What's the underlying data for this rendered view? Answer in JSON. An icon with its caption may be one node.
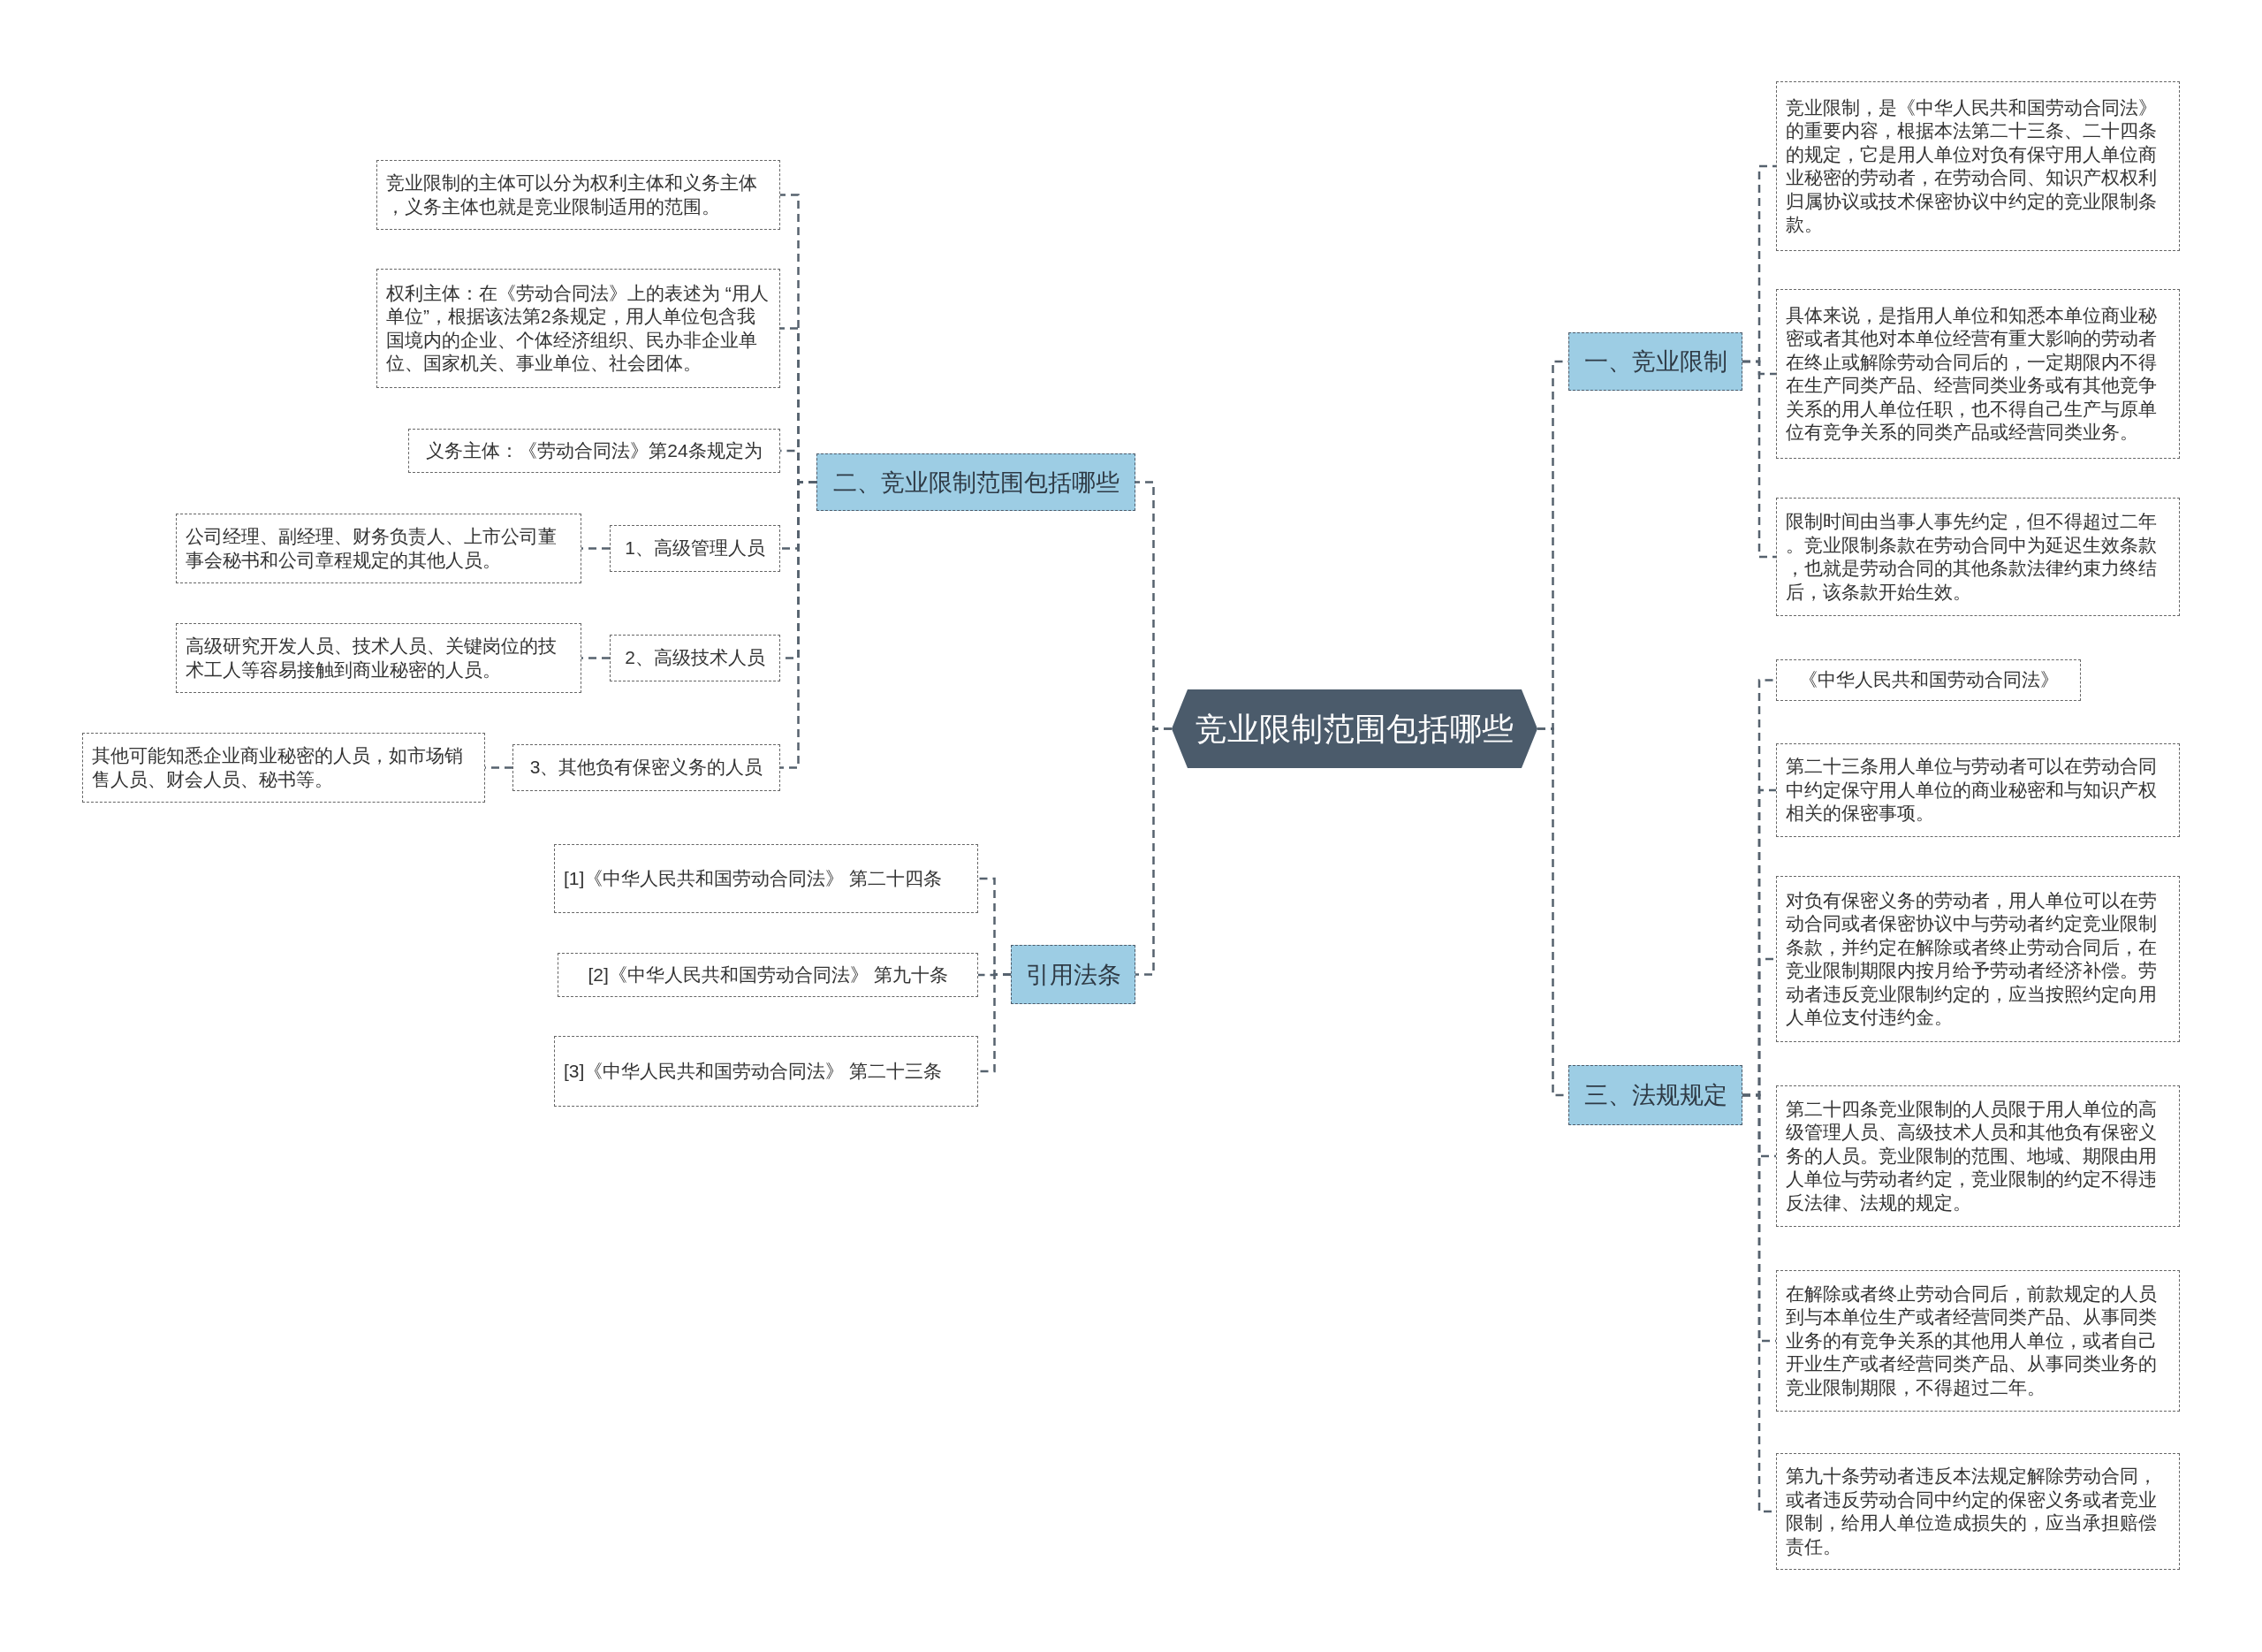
{
  "diagram": {
    "nodes": [
      {
        "text": [
          "竞业限制范围包括哪些"
        ]
      },
      {
        "text": [
          "二、竞业限制范围包括哪些"
        ]
      },
      {
        "text": [
          "竞业限制的主体可以分为权利主体和义务主体，义务主体也就是竞业限制适用的范围。"
        ]
      },
      {
        "text": [
          "权利主体：在《劳动合同法》上的表述为 “用人单位”，根据该法第2条规定，用人单位包含我国境内的企业、个体经济组织、民办非企业单位、国家机关、事业单位、社会团体。"
        ]
      },
      {
        "text": [
          "义务主体：《劳动合同法》第24条规定为"
        ]
      },
      {
        "text": [
          "1、高级管理人员"
        ]
      },
      {
        "text": [
          "公司经理、副经理、财务负责人、上市公司董事会秘书和公司章程规定的其他人员。"
        ]
      },
      {
        "text": [
          "2、高级技术人员"
        ]
      },
      {
        "text": [
          "高级研究开发人员、技术人员、关键岗位的技术工人等容易接触到商业秘密的人员。"
        ]
      },
      {
        "text": [
          "3、其他负有保密义务的人员"
        ]
      },
      {
        "text": [
          "其他可能知悉企业商业秘密的人员，如市场销售人员、财会人员、秘书等。"
        ]
      },
      {
        "text": [
          "引用法条"
        ]
      },
      {
        "text": [
          "[1]《中华人民共和国劳动合同法》 第二十四条"
        ]
      },
      {
        "text": [
          "[2]《中华人民共和国劳动合同法》 第九十条"
        ]
      },
      {
        "text": [
          "[3]《中华人民共和国劳动合同法》 第二十三条"
        ]
      },
      {
        "text": [
          "一、竞业限制"
        ]
      },
      {
        "text": [
          "竞业限制，是《中华人民共和国劳动合同法》的重要内容，根据本法第二十三条、二十四条的规定，它是用人单位对负有保守用人单位商业秘密的劳动者，在劳动合同、知识产权权利归属协议或技术保密协议中约定的竞业限制条款。"
        ]
      },
      {
        "text": [
          "具体来说，是指用人单位和知悉本单位商业秘密或者其他对本单位经营有重大影响的劳动者在终止或解除劳动合同后的，一定期限内不得在生产同类产品、经营同类业务或有其他竞争关系的用人单位任职，也不得自己生产与原单位有竞争关系的同类产品或经营同类业务。"
        ]
      },
      {
        "text": [
          "限制时间由当事人事先约定，但不得超过二年。竞业限制条款在劳动合同中为延迟生效条款，也就是劳动合同的其他条款法律约束力终结后，该条款开始生效。"
        ]
      },
      {
        "text": [
          "三、法规规定"
        ]
      },
      {
        "text": [
          "《中华人民共和国劳动合同法》"
        ]
      },
      {
        "text": [
          "第二十三条用人单位与劳动者可以在劳动合同中约定保守用人单位的商业秘密和与知识产权相关的保密事项。"
        ]
      },
      {
        "text": [
          "对负有保密义务的劳动者，用人单位可以在劳动合同或者保密协议中与劳动者约定竞业限制条款，并约定在解除或者终止劳动合同后，在竞业限制期限内按月给予劳动者经济补偿。劳动者违反竞业限制约定的，应当按照约定向用人单位支付违约金。"
        ]
      },
      {
        "text": [
          "第二十四条竞业限制的人员限于用人单位的高级管理人员、高级技术人员和其他负有保密义务的人员。竞业限制的范围、地域、期限由用人单位与劳动者约定，竞业限制的约定不得违反法律、法规的规定。"
        ]
      },
      {
        "text": [
          "在解除或者终止劳动合同后，前款规定的人员到与本单位生产或者经营同类产品、从事同类业务的有竞争关系的其他用人单位，或者自己开业生产或者经营同类产品、从事同类业务的竞业限制期限，不得超过二年。"
        ]
      },
      {
        "text": [
          "第九十条劳动者违反本法规定解除劳动合同，或者违反劳动合同中约定的保密义务或者竞业限制，给用人单位造成损失的，应当承担赔偿责任。"
        ]
      }
    ],
    "edges": [
      {
        "from": 0,
        "to": 1,
        "arrow": "none",
        "style": "dashed"
      },
      {
        "from": 1,
        "to": 2,
        "arrow": "none",
        "style": "dashed"
      },
      {
        "from": 1,
        "to": 3,
        "arrow": "none",
        "style": "dashed"
      },
      {
        "from": 1,
        "to": 4,
        "arrow": "none",
        "style": "dashed"
      },
      {
        "from": 1,
        "to": 5,
        "arrow": "none",
        "style": "dashed"
      },
      {
        "from": 5,
        "to": 6,
        "arrow": "none",
        "style": "dashed"
      },
      {
        "from": 1,
        "to": 7,
        "arrow": "none",
        "style": "dashed"
      },
      {
        "from": 7,
        "to": 8,
        "arrow": "none",
        "style": "dashed"
      },
      {
        "from": 1,
        "to": 9,
        "arrow": "none",
        "style": "dashed"
      },
      {
        "from": 9,
        "to": 10,
        "arrow": "none",
        "style": "dashed"
      },
      {
        "from": 0,
        "to": 11,
        "arrow": "none",
        "style": "dashed"
      },
      {
        "from": 11,
        "to": 12,
        "arrow": "none",
        "style": "dashed"
      },
      {
        "from": 11,
        "to": 13,
        "arrow": "none",
        "style": "dashed"
      },
      {
        "from": 11,
        "to": 14,
        "arrow": "none",
        "style": "dashed"
      },
      {
        "from": 0,
        "to": 15,
        "arrow": "none",
        "style": "dashed"
      },
      {
        "from": 15,
        "to": 16,
        "arrow": "none",
        "style": "dashed"
      },
      {
        "from": 15,
        "to": 17,
        "arrow": "none",
        "style": "dashed"
      },
      {
        "from": 15,
        "to": 18,
        "arrow": "none",
        "style": "dashed"
      },
      {
        "from": 0,
        "to": 19,
        "arrow": "none",
        "style": "dashed"
      },
      {
        "from": 19,
        "to": 20,
        "arrow": "none",
        "style": "dashed"
      },
      {
        "from": 19,
        "to": 21,
        "arrow": "none",
        "style": "dashed"
      },
      {
        "from": 19,
        "to": 22,
        "arrow": "none",
        "style": "dashed"
      },
      {
        "from": 19,
        "to": 23,
        "arrow": "none",
        "style": "dashed"
      },
      {
        "from": 19,
        "to": 24,
        "arrow": "none",
        "style": "dashed"
      },
      {
        "from": 19,
        "to": 25,
        "arrow": "none",
        "style": "dashed"
      }
    ]
  }
}
